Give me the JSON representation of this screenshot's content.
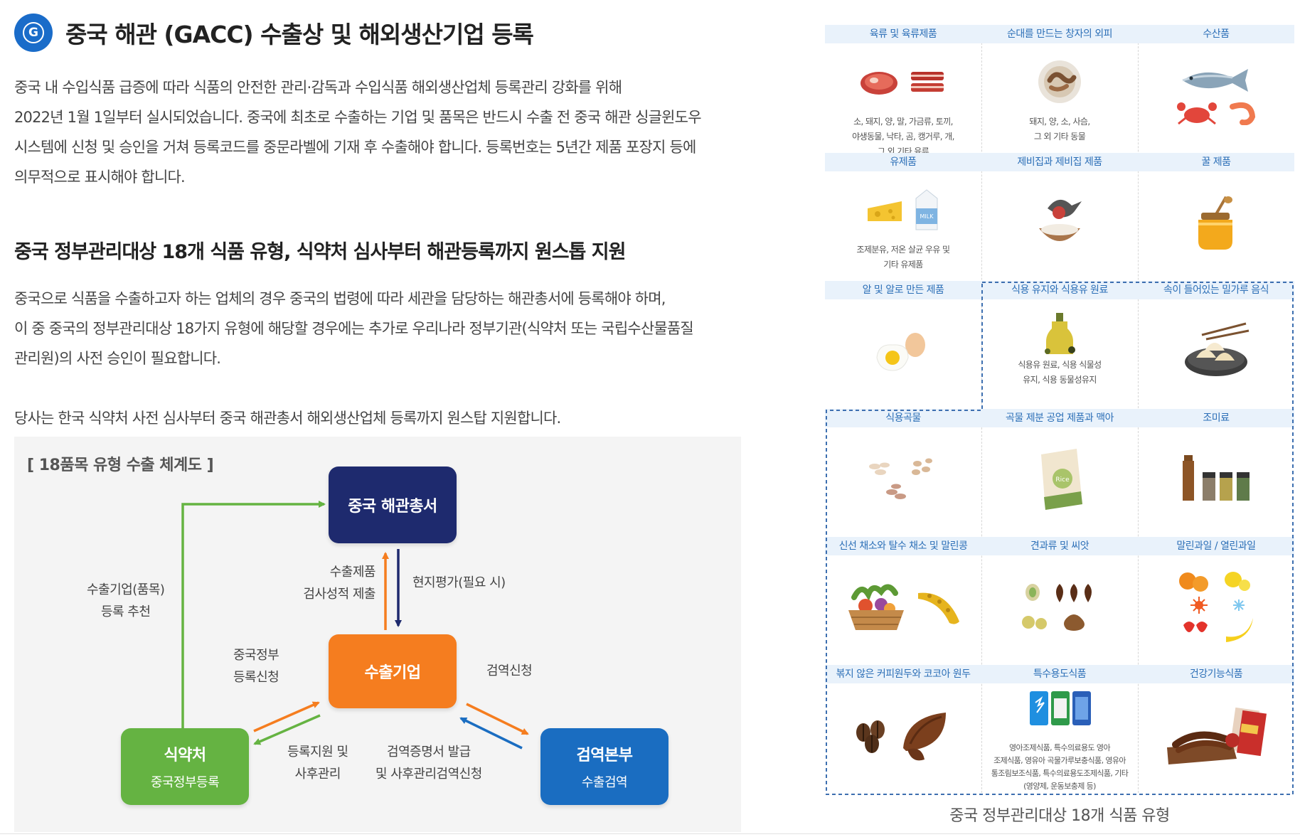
{
  "header": {
    "badge_letter": "G",
    "title": "중국 해관 (GACC) 수출상 및 해외생산기업 등록"
  },
  "intro": {
    "lines": [
      "중국 내 수입식품 급증에 따라 식품의 안전한 관리·감독과 수입식품 해외생산업체 등록관리 강화를 위해",
      "2022년 1월 1일부터 실시되었습니다. 중국에 최초로 수출하는 기업 및 품목은 반드시 수출 전 중국 해관 싱글윈도우",
      "시스템에 신청 및 승인을 거쳐 등록코드를 중문라벨에 기재 후 수출해야 합니다. 등록번호는 5년간 제품 포장지 등에",
      "의무적으로 표시해야 합니다."
    ]
  },
  "section": {
    "title": "중국 정부관리대상 18개 식품 유형, 식약처 심사부터 해관등록까지 원스톱 지원",
    "lines": [
      "중국으로 식품을 수출하고자 하는 업체의 경우 중국의 법령에 따라 세관을 담당하는 해관총서에 등록해야 하며,",
      "이 중 중국의 정부관리대상 18가지 유형에 해당할 경우에는 추가로 우리나라 정부기관(식약처 또는 국립수산물품질",
      "관리원)의 사전 승인이 필요합니다."
    ],
    "closing": "당사는 한국 식약처 사전 심사부터 중국 해관총서 해외생산업체 등록까지 원스탑 지원합니다."
  },
  "flow": {
    "caption": "[ 18품목 유형 수출 체계도 ]",
    "nodes": {
      "gacc": {
        "title": "중국 해관총서"
      },
      "exporter": {
        "title": "수출기업"
      },
      "mfds": {
        "title": "식약처",
        "sub": "중국정부등록"
      },
      "qia": {
        "title": "검역본부",
        "sub": "수출검역"
      }
    },
    "labels": {
      "recommend": [
        "수출기업(품목)",
        "등록 추천"
      ],
      "submit": [
        "수출제품",
        "검사성적 제출"
      ],
      "onsite": [
        "현지평가(필요 시)"
      ],
      "gov_apply": [
        "중국정부",
        "등록신청"
      ],
      "support": [
        "등록지원 및",
        "사후관리"
      ],
      "quarantine_apply": [
        "검역신청"
      ],
      "certificate": [
        "검역증명서 발급",
        "및 사후관리검역신청"
      ]
    },
    "colors": {
      "green": "#65b342",
      "navy": "#1e2a6e",
      "orange": "#f57d1f",
      "blue": "#1a6dc1"
    }
  },
  "food_types": {
    "caption": "중국 정부관리대상 18개 식품 유형",
    "items": [
      {
        "title": "육류 및 육류제품",
        "desc": [
          "소, 돼지, 양, 말, 가금류, 토끼,",
          "야생동물, 낙타, 곰, 캥거루, 개,",
          "그 외 기타 육류"
        ],
        "icons": [
          "meat-icon",
          "bacon-icon"
        ]
      },
      {
        "title": "순대를 만드는 창자의 외피",
        "desc": [
          "돼지, 양, 소, 사슴,",
          "그 외 기타 동물"
        ],
        "icons": [
          "sausage-casing-icon"
        ]
      },
      {
        "title": "수산품",
        "desc": [],
        "icons": [
          "fish-icon",
          "crab-icon",
          "shrimp-icon"
        ]
      },
      {
        "title": "유제품",
        "desc": [
          "조제분유, 저온 살균 우유 및",
          "기타 유제품"
        ],
        "icons": [
          "cheese-icon",
          "milk-carton-icon"
        ]
      },
      {
        "title": "제비집과 제비집 제품",
        "desc": [],
        "icons": [
          "swallow-nest-icon"
        ]
      },
      {
        "title": "꿀 제품",
        "desc": [],
        "icons": [
          "honey-jar-icon"
        ]
      },
      {
        "title": "알 및 알로 만든 제품",
        "desc": [],
        "icons": [
          "egg-icon"
        ]
      },
      {
        "title": "식용 유지와 식용유 원료",
        "desc": [
          "식용유 원료, 식용 식물성",
          "유지, 식용 동물성유지"
        ],
        "icons": [
          "oil-bottle-icon"
        ]
      },
      {
        "title": "속이 들어있는 밀가루 음식",
        "desc": [],
        "icons": [
          "dumpling-icon"
        ]
      },
      {
        "title": "식용곡물",
        "desc": [],
        "icons": [
          "grain-icon"
        ]
      },
      {
        "title": "곡물 제분 공업 제품과 맥아",
        "desc": [],
        "icons": [
          "rice-bag-icon"
        ]
      },
      {
        "title": "조미료",
        "desc": [],
        "icons": [
          "spice-jars-icon"
        ]
      },
      {
        "title": "신선 채소와 탈수 채소 및 말린콩",
        "desc": [],
        "icons": [
          "vegetable-basket-icon",
          "bean-pod-icon"
        ]
      },
      {
        "title": "견과류 및 씨앗",
        "desc": [],
        "icons": [
          "nuts-icon"
        ]
      },
      {
        "title": "말린과일 / 열린과일",
        "desc": [],
        "icons": [
          "fruit-icon"
        ]
      },
      {
        "title": "볶지 않은 커피원두와 코코아 원두",
        "desc": [],
        "icons": [
          "coffee-bean-icon",
          "cacao-pod-icon"
        ]
      },
      {
        "title": "특수용도식품",
        "desc": [
          "영아조제식품, 특수의료용도 영아",
          "조제식품, 영유아 곡물가루보충식품, 영유아",
          "통조림보조식품, 특수의료용도조제식품, 기타",
          "(영양제, 운동보충제 등)"
        ],
        "icons": [
          "special-food-cans-icon"
        ]
      },
      {
        "title": "건강기능식품",
        "desc": [],
        "icons": [
          "health-food-icon"
        ]
      }
    ]
  }
}
